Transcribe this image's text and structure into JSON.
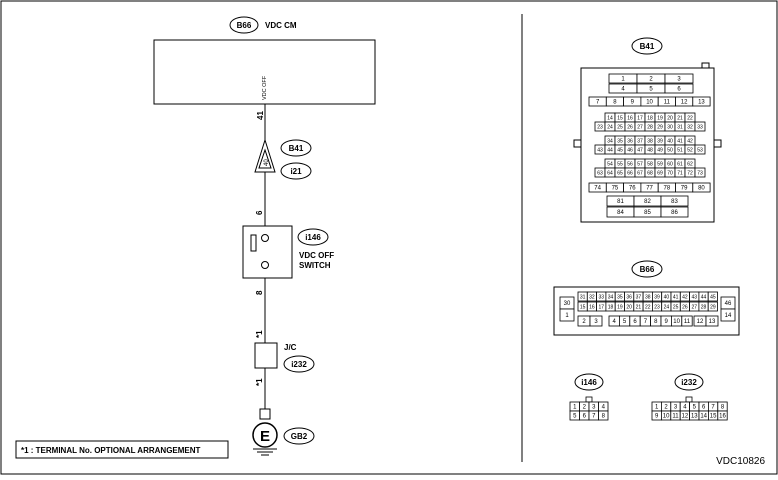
{
  "wiring": {
    "vdc_cm": {
      "connector": "B66",
      "title": "VDC CM",
      "pin_label": "VDC OFF",
      "pin_no": "41"
    },
    "junction": {
      "connector": "B41",
      "sub_connector": "i21",
      "pin_a": "40",
      "pin_b": "6"
    },
    "switch": {
      "connector": "i146",
      "title_line1": "VDC OFF",
      "title_line2": "SWITCH",
      "pin_no": "8"
    },
    "jc": {
      "label": "J/C",
      "connector": "i232",
      "pin_top": "*1",
      "pin_bottom": "*1"
    },
    "ground": {
      "symbol": "E",
      "connector": "GB2"
    },
    "note": "*1 : TERMINAL No. OPTIONAL ARRANGEMENT"
  },
  "connectors": {
    "b41": {
      "label": "B41",
      "rows": [
        [
          "1",
          "2",
          "3"
        ],
        [
          "4",
          "5",
          "6"
        ],
        [
          "7",
          "8",
          "9",
          "10",
          "11",
          "12",
          "13"
        ],
        [
          "14",
          "15",
          "16",
          "17",
          "18",
          "19",
          "20",
          "21",
          "22"
        ],
        [
          "23",
          "24",
          "25",
          "26",
          "27",
          "28",
          "29",
          "30",
          "31",
          "32",
          "33"
        ],
        [
          "34",
          "35",
          "36",
          "37",
          "38",
          "39",
          "40",
          "41",
          "42"
        ],
        [
          "43",
          "44",
          "45",
          "46",
          "47",
          "48",
          "49",
          "50",
          "51",
          "52",
          "53"
        ],
        [
          "54",
          "55",
          "56",
          "57",
          "58",
          "59",
          "60",
          "61",
          "62"
        ],
        [
          "63",
          "64",
          "65",
          "66",
          "67",
          "68",
          "69",
          "70",
          "71",
          "72",
          "73"
        ],
        [
          "74",
          "75",
          "76",
          "77",
          "78",
          "79",
          "80"
        ],
        [
          "81",
          "82",
          "83"
        ],
        [
          "84",
          "85",
          "86"
        ]
      ]
    },
    "b66": {
      "label": "B66",
      "left": [
        "30",
        "1"
      ],
      "right": [
        "46",
        "14"
      ],
      "row1": [
        "31",
        "32",
        "33",
        "34",
        "35",
        "36",
        "37",
        "38",
        "39",
        "40",
        "41",
        "42",
        "43",
        "44",
        "45"
      ],
      "row2": [
        "15",
        "16",
        "17",
        "18",
        "19",
        "20",
        "21",
        "22",
        "23",
        "24",
        "25",
        "26",
        "27",
        "28",
        "29"
      ],
      "row3a": [
        "2",
        "3"
      ],
      "row3b": [
        "4",
        "5",
        "6",
        "7",
        "8",
        "9",
        "10",
        "11"
      ],
      "row3c": [
        "12",
        "13"
      ]
    },
    "i146": {
      "label": "i146",
      "rows": [
        [
          "1",
          "2",
          "3",
          "4"
        ],
        [
          "5",
          "6",
          "7",
          "8"
        ]
      ]
    },
    "i232": {
      "label": "i232",
      "rows": [
        [
          "1",
          "2",
          "3",
          "4",
          "5",
          "6",
          "7",
          "8"
        ],
        [
          "9",
          "10",
          "11",
          "12",
          "13",
          "14",
          "15",
          "16"
        ]
      ]
    }
  },
  "figure_id": "VDC10826"
}
